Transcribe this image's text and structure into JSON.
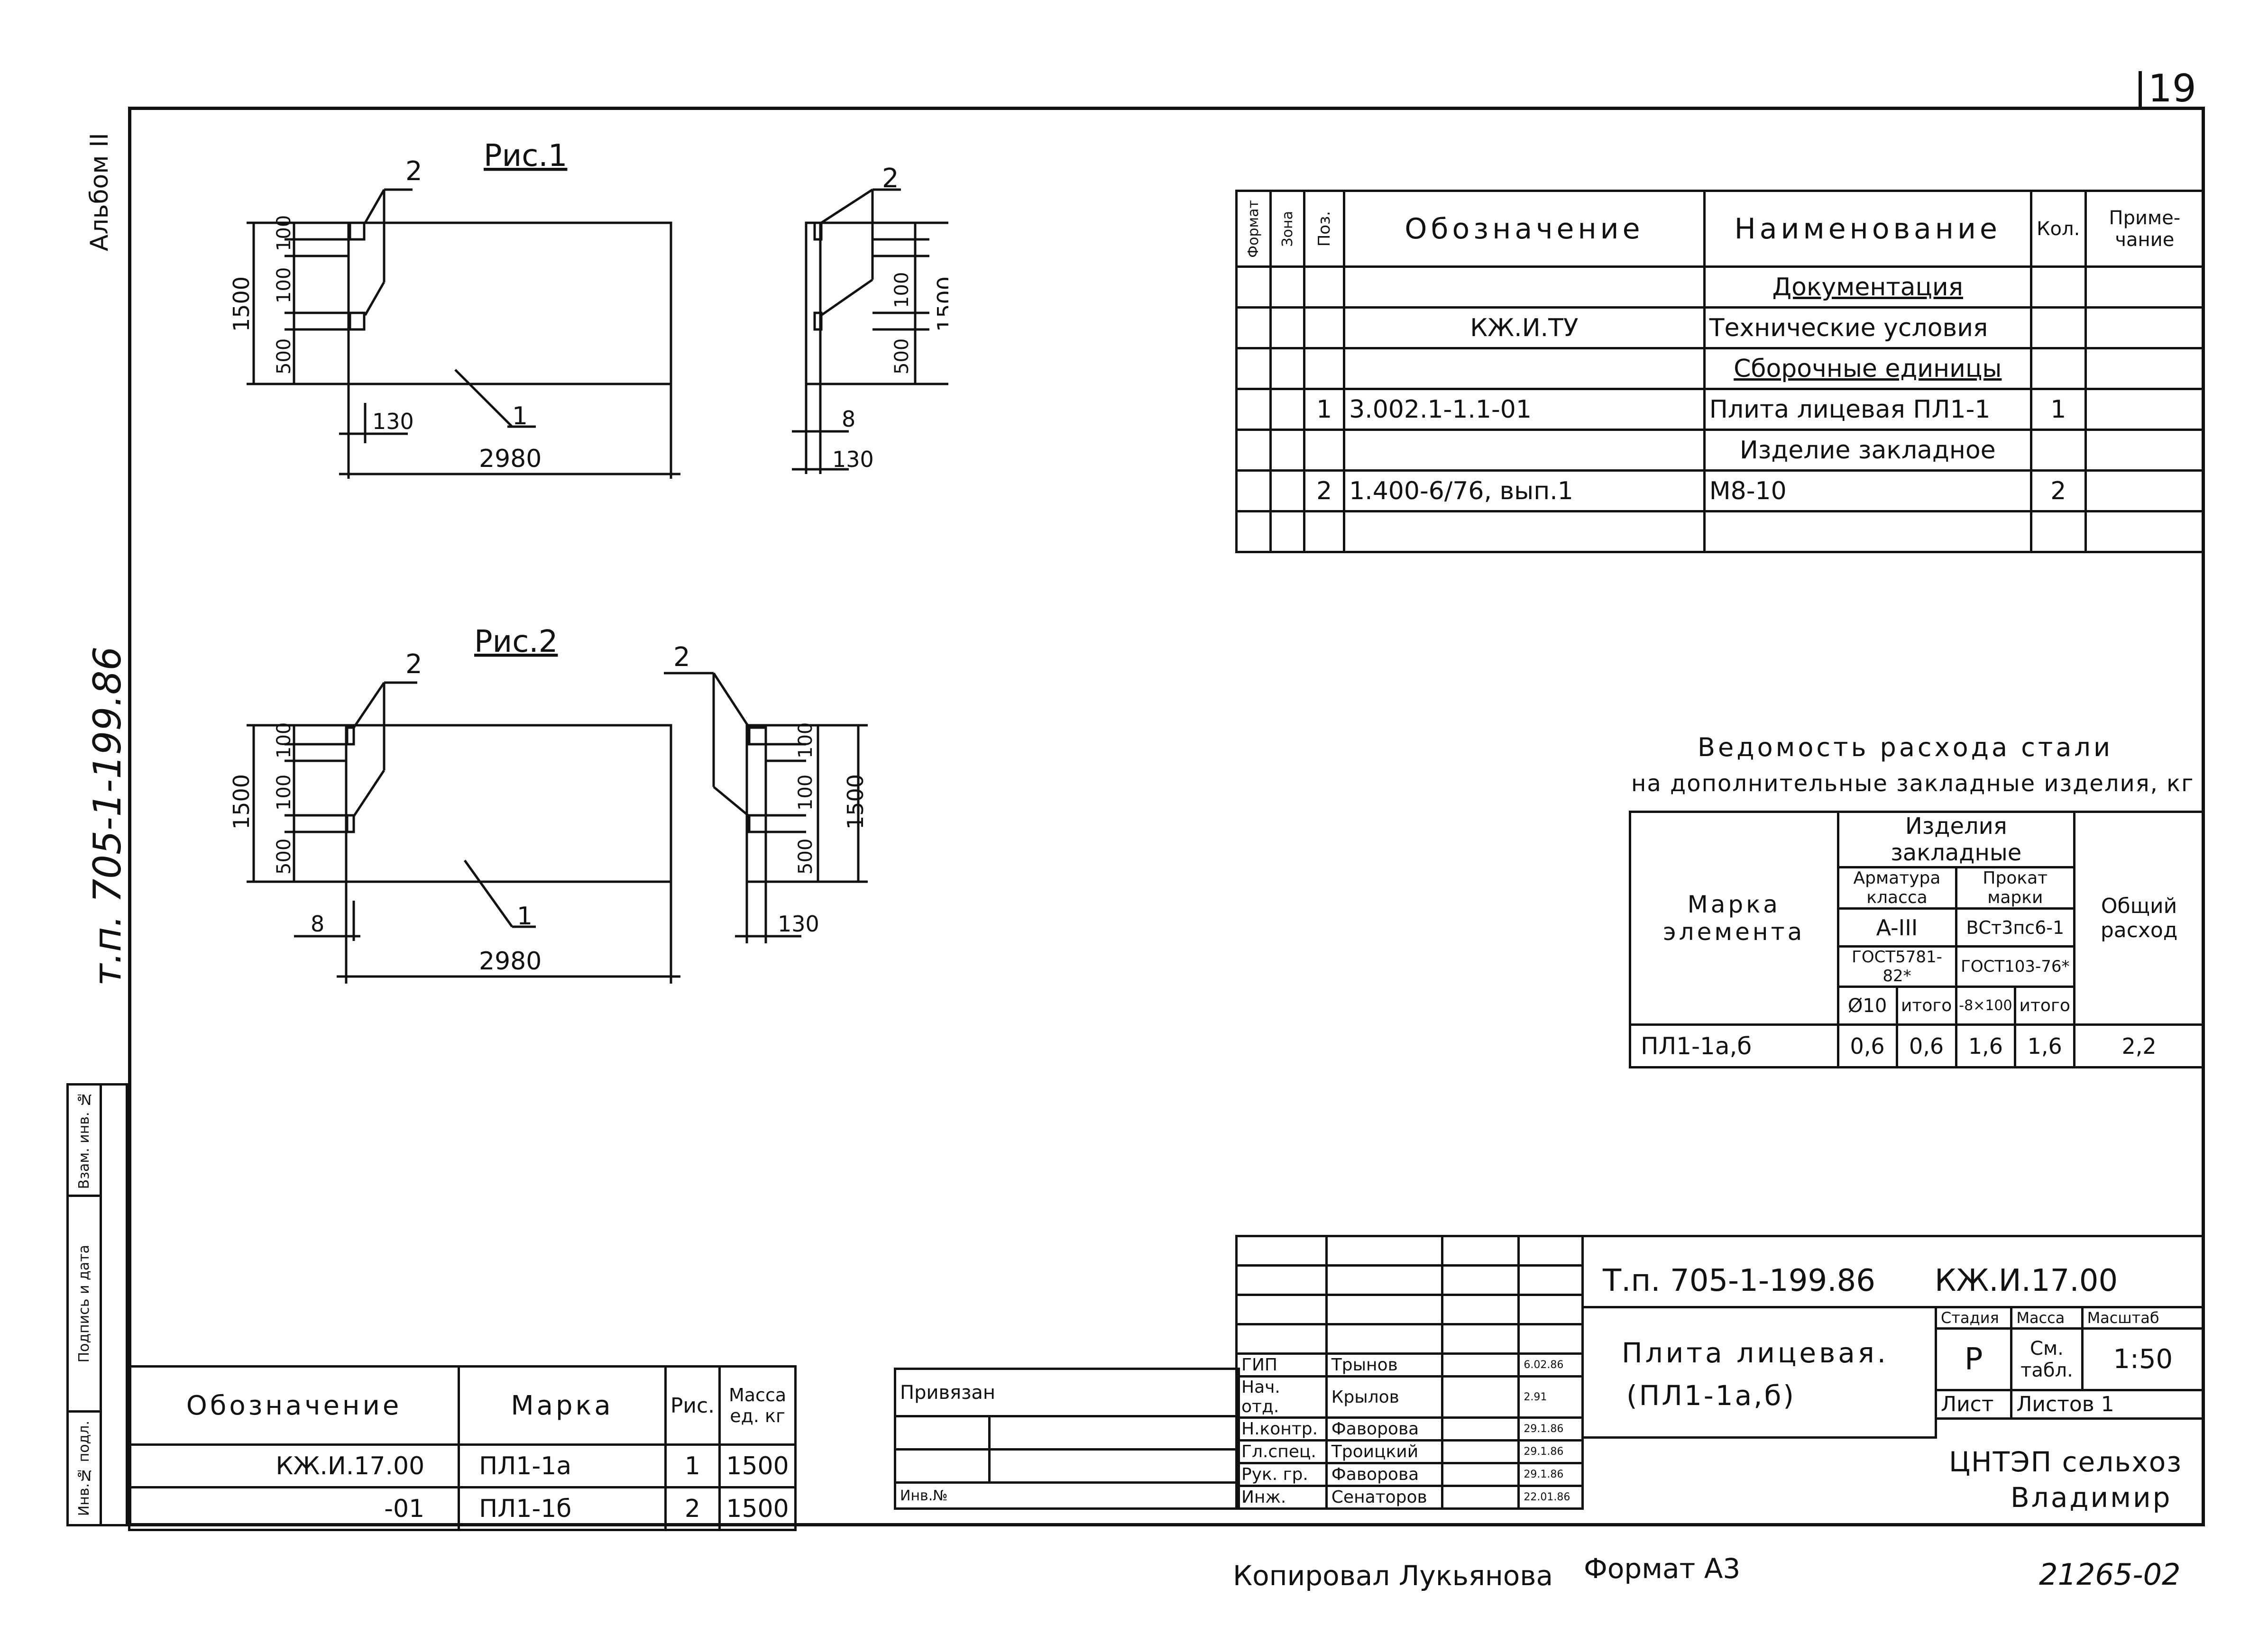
{
  "page_number": "19",
  "album_label": "Альбом II",
  "project_code_side": "т.п. 705-1-199.86",
  "side_stamp": [
    "Инв.№ подл.",
    "Подпись и дата",
    "Взам. инв. №"
  ],
  "fig1": {
    "title": "Рис.1",
    "dims": {
      "height": "1500",
      "d100a": "100",
      "d100b": "100",
      "d500": "500",
      "length": "2980",
      "d130": "130",
      "d8": "8",
      "d130b": "130"
    },
    "callout_part": "2",
    "callout_plate": "1"
  },
  "fig2": {
    "title": "Рис.2",
    "dims": {
      "height": "1500",
      "d100a": "100",
      "d100b": "100",
      "d500": "500",
      "length": "2980",
      "d130": "130",
      "d8": "8"
    },
    "callout_part": "2",
    "callout_plate": "1"
  },
  "spec": {
    "headers": {
      "format": "Формат",
      "zone": "Зона",
      "pos": "Поз.",
      "designation": "Обозначение",
      "name": "Наименование",
      "qty": "Кол.",
      "note": "Приме-чание"
    },
    "rows": [
      {
        "pos": "",
        "designation": "",
        "name": "Документация",
        "qty": ""
      },
      {
        "pos": "",
        "designation": "КЖ.И.ТУ",
        "name": "Технические условия",
        "qty": ""
      },
      {
        "pos": "",
        "designation": "",
        "name": "Сборочные единицы",
        "qty": ""
      },
      {
        "pos": "1",
        "designation": "3.002.1-1.1-01",
        "name": "Плита лицевая ПЛ1-1",
        "qty": "1"
      },
      {
        "pos": "",
        "designation": "",
        "name": "Изделие закладное",
        "qty": ""
      },
      {
        "pos": "2",
        "designation": "1.400-6/76, вып.1",
        "name": "М8-10",
        "qty": "2"
      },
      {
        "pos": "",
        "designation": "",
        "name": "",
        "qty": ""
      }
    ]
  },
  "steel": {
    "title1": "Ведомость расхода стали",
    "title2": "на дополнительные закладные изделия, кг",
    "col_mark": "Марка элемента",
    "col_items": "Изделия закладные",
    "col_rebar": "Арматура класса",
    "col_rolled": "Прокат марки",
    "col_total": "Общий расход",
    "rebar_class": "A-III",
    "rolled_grade": "ВСт3пс6-1",
    "rebar_gost": "ГОСТ5781-82*",
    "rolled_gost": "ГОСТ103-76*",
    "sub": [
      "Ø10",
      "итого",
      "-8×100",
      "итого"
    ],
    "row": {
      "mark": "ПЛ1-1а,б",
      "v1": "0,6",
      "v2": "0,6",
      "v3": "1,6",
      "v4": "1,6",
      "total": "2,2"
    }
  },
  "marks": {
    "headers": {
      "designation": "Обозначение",
      "mark": "Марка",
      "fig": "Рис.",
      "mass": "Масса ед. кг"
    },
    "rows": [
      {
        "designation": "КЖ.И.17.00",
        "mark": "ПЛ1-1а",
        "fig": "1",
        "mass": "1500"
      },
      {
        "designation": "-01",
        "mark": "ПЛ1-1б",
        "fig": "2",
        "mass": "1500"
      }
    ]
  },
  "binding": {
    "label": "Привязан",
    "inv": "Инв.№"
  },
  "title_block": {
    "project": "Т.п. 705-1-199.86",
    "doc_code": "КЖ.И.17.00",
    "name1": "Плита лицевая.",
    "name2": "(ПЛ1-1а,б)",
    "stage_h": "Стадия",
    "mass_h": "Масса",
    "scale_h": "Масштаб",
    "stage": "Р",
    "mass": "См. табл.",
    "scale": "1:50",
    "sheet": "Лист",
    "sheets": "Листов 1",
    "org1": "ЦНТЭП сельхоз",
    "org2": "Владимир",
    "staff": [
      {
        "role": "ГИП",
        "name": "Трынов",
        "date": "6.02.86"
      },
      {
        "role": "Нач. отд.",
        "name": "Крылов",
        "date": "2.91"
      },
      {
        "role": "Н.контр.",
        "name": "Фаворова",
        "date": "29.1.86"
      },
      {
        "role": "Гл.спец.",
        "name": "Троицкий",
        "date": "29.1.86"
      },
      {
        "role": "Рук. гр.",
        "name": "Фаворова",
        "date": "29.1.86"
      },
      {
        "role": "Инж.",
        "name": "Сенаторов",
        "date": "22.01.86"
      }
    ]
  },
  "footer": {
    "copied": "Копировал Лукьянова",
    "format": "Формат А3",
    "number": "21265-02"
  }
}
